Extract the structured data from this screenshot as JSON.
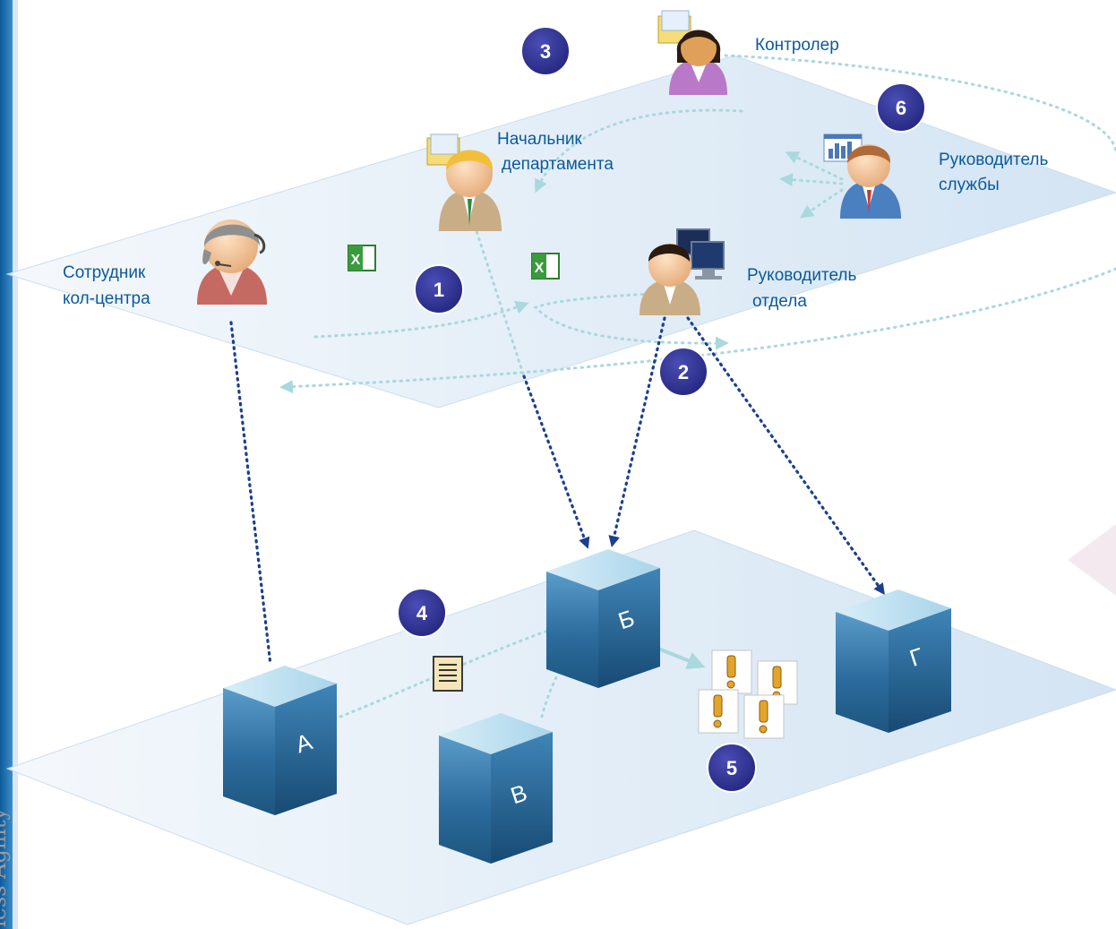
{
  "side_text": "less Agility",
  "roles": {
    "controller": "Контролер",
    "dept_head_line1": "Начальник",
    "dept_head_line2": "департамента",
    "service_head_line1": "Руководитель",
    "service_head_line2": "службы",
    "call_center_line1": "Сотрудник",
    "call_center_line2": "кол-центра",
    "unit_head_line1": "Руководитель",
    "unit_head_line2": "отдела"
  },
  "steps": [
    "1",
    "2",
    "3",
    "4",
    "5",
    "6"
  ],
  "servers": {
    "a": "А",
    "b": "Б",
    "v": "В",
    "g": "Г"
  },
  "colors": {
    "badge": "#2e3191",
    "label": "#0a5a9c",
    "plane": "#d6e6f4",
    "server": "#2f79ad",
    "connector": "#1b3f8f",
    "flow": "#9fd0d6",
    "side_bar": "#1f6fb0"
  }
}
